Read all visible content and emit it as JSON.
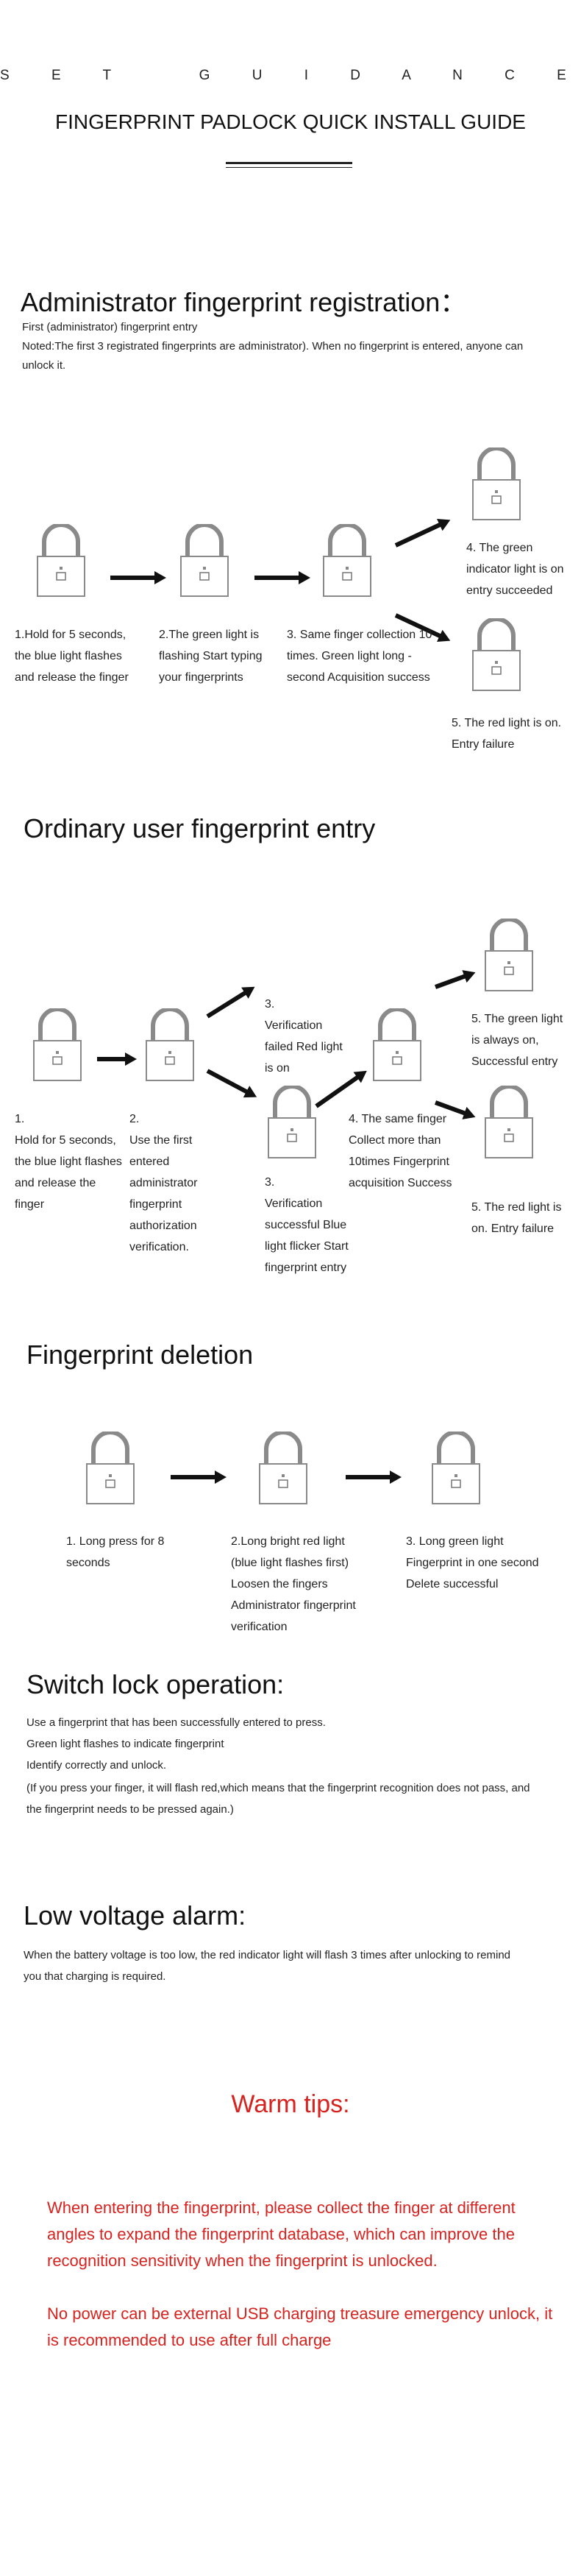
{
  "header": {
    "kicker": "S E T   G U I D A N C E",
    "title": "FINGERPRINT PADLOCK QUICK INSTALL GUIDE"
  },
  "admin": {
    "heading": "Administrator fingerprint registration：",
    "line1": "First (administrator) fingerprint entry",
    "note": "Noted:The first 3 registrated fingerprints are administrator). When no fingerprint is entered, anyone can unlock it.",
    "steps": [
      "1.Hold for 5 seconds, the blue light flashes and release the finger",
      "2.The green light is flashing Start typing your fingerprints",
      "3. Same finger collection 10 times. Green light long - second Acquisition success",
      "4. The green indicator light is on entry succeeded",
      "5. The red light is on. Entry failure"
    ]
  },
  "ordinary": {
    "heading": "Ordinary user fingerprint entry",
    "steps": [
      "1.\nHold for 5 seconds, the blue light flashes and release the finger",
      "2.\nUse the first entered administrator fingerprint authorization verification.",
      "3.\nVerification failed Red light is on",
      "3.\nVerification successful Blue light flicker Start fingerprint entry",
      "4. The same finger Collect more than 10times Fingerprint acquisition Success",
      "5. The green light is always on, Successful entry",
      "5. The red light is on. Entry failure"
    ]
  },
  "deletion": {
    "heading": "Fingerprint deletion",
    "steps": [
      "1. Long press for 8 seconds",
      "2.Long bright red light (blue light flashes first) Loosen the fingers Administrator fingerprint verification",
      "3. Long green light Fingerprint in one second Delete successful"
    ]
  },
  "switch": {
    "heading": "Switch lock operation:",
    "lines": [
      "Use a fingerprint that has been successfully entered to press.",
      "Green light flashes to indicate fingerprint",
      "Identify correctly and unlock.",
      "(If you press your finger, it will flash red,which means that the fingerprint recognition does not pass, and the fingerprint needs to be pressed again.)"
    ]
  },
  "low_voltage": {
    "heading": "Low voltage alarm:",
    "text": "When the battery voltage is too low, the red indicator light will flash 3 times after unlocking to remind you that charging is required."
  },
  "tips": {
    "heading": "Warm tips:",
    "para1": "When entering the fingerprint, please collect the finger at different angles to expand the fingerprint database, which can improve the recognition sensitivity when the fingerprint is unlocked.",
    "para2": "No power can be external USB charging treasure emergency unlock, it is recommended to use after full charge"
  }
}
